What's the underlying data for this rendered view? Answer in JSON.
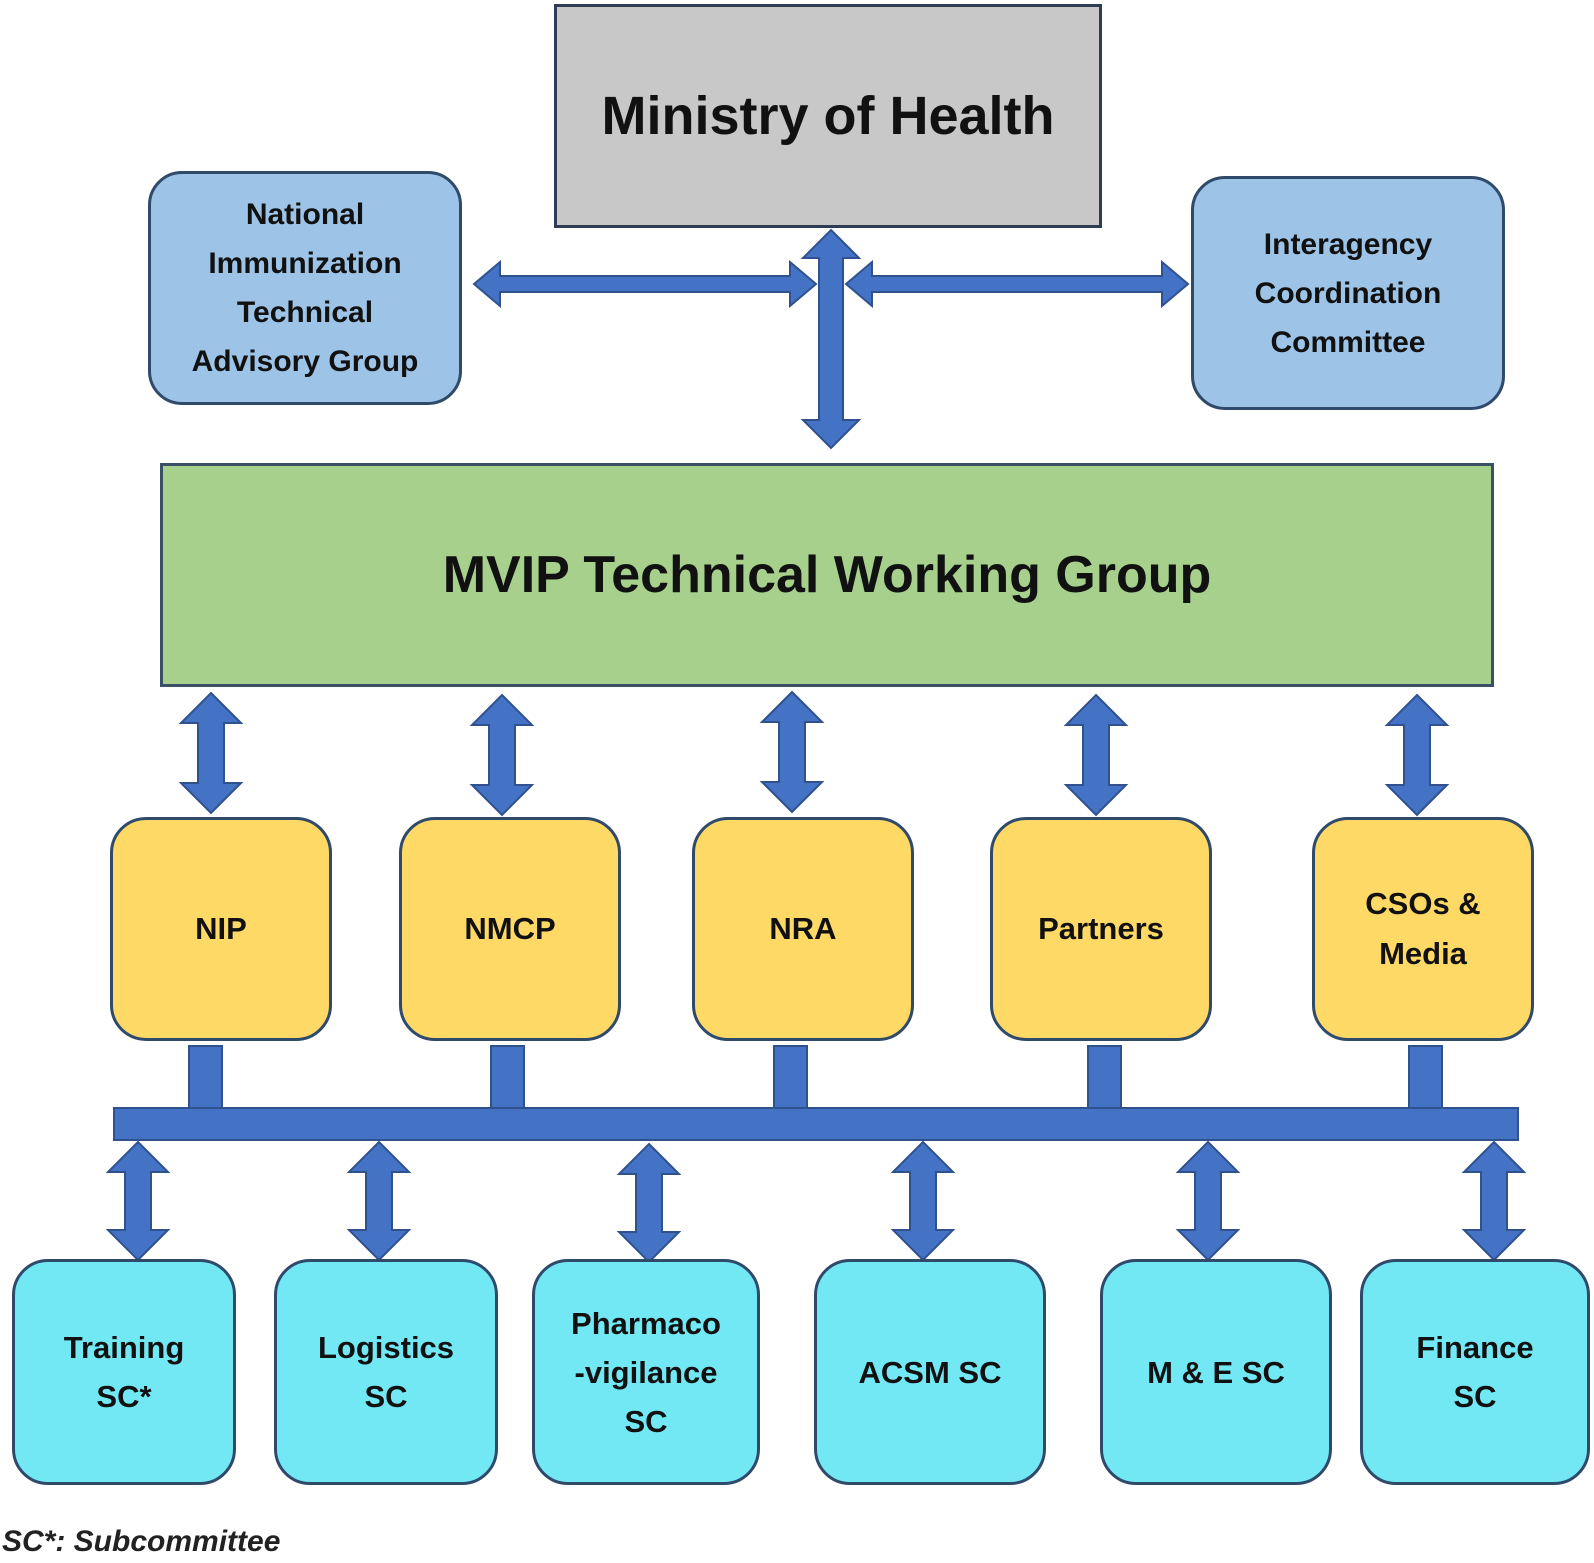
{
  "top": {
    "ministry": "Ministry of Health"
  },
  "advisory": {
    "nitag": [
      "National",
      "Immunization",
      "Technical",
      "Advisory Group"
    ],
    "icc": [
      "Interagency",
      "Coordination",
      "Committee"
    ]
  },
  "twg": {
    "title": "MVIP Technical Working Group"
  },
  "members": {
    "nip": [
      "NIP"
    ],
    "nmcp": [
      "NMCP"
    ],
    "nra": [
      "NRA"
    ],
    "partners": [
      "Partners"
    ],
    "csos": [
      "CSOs &",
      "Media"
    ]
  },
  "subcommittees": {
    "training": [
      "Training",
      "SC*"
    ],
    "logistics": [
      "Logistics",
      "SC"
    ],
    "pharma": [
      "Pharmaco",
      "-vigilance",
      "SC"
    ],
    "acsm": [
      "ACSM SC"
    ],
    "mande": [
      "M & E SC"
    ],
    "finance": [
      "Finance",
      "SC"
    ]
  },
  "footnote": "SC*: Subcommittee",
  "colors": {
    "ministry": "#c8c8c8",
    "twg": "#a8d08d",
    "advisory": "#9dc3e6",
    "members": "#ffd966",
    "subcommittees": "#72e8f4",
    "connectors": "#4472c4"
  }
}
